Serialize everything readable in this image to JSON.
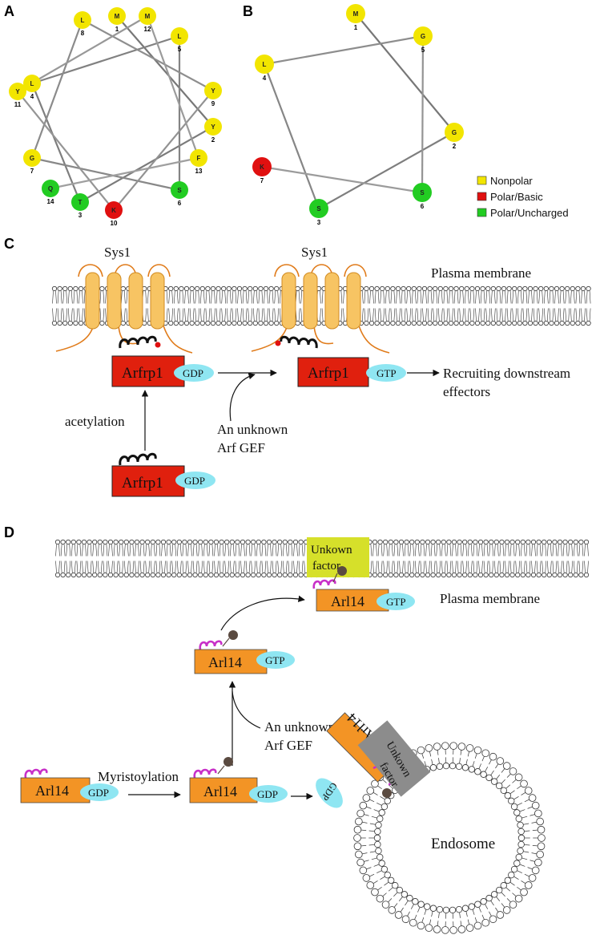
{
  "panels": {
    "a": "A",
    "b": "B",
    "c": "C",
    "d": "D"
  },
  "wheel_a": {
    "residues": [
      {
        "aa": "M",
        "n": "1",
        "cls": "nonpolar"
      },
      {
        "aa": "Y",
        "n": "2",
        "cls": "nonpolar"
      },
      {
        "aa": "T",
        "n": "3",
        "cls": "uncharged"
      },
      {
        "aa": "L",
        "n": "4",
        "cls": "nonpolar"
      },
      {
        "aa": "L",
        "n": "5",
        "cls": "nonpolar"
      },
      {
        "aa": "S",
        "n": "6",
        "cls": "uncharged"
      },
      {
        "aa": "G",
        "n": "7",
        "cls": "nonpolar"
      },
      {
        "aa": "L",
        "n": "8",
        "cls": "nonpolar"
      },
      {
        "aa": "Y",
        "n": "9",
        "cls": "nonpolar"
      },
      {
        "aa": "K",
        "n": "10",
        "cls": "basic"
      },
      {
        "aa": "Y",
        "n": "11",
        "cls": "nonpolar"
      },
      {
        "aa": "M",
        "n": "12",
        "cls": "nonpolar"
      },
      {
        "aa": "F",
        "n": "13",
        "cls": "nonpolar"
      },
      {
        "aa": "Q",
        "n": "14",
        "cls": "uncharged"
      }
    ]
  },
  "wheel_b": {
    "residues": [
      {
        "aa": "M",
        "n": "1",
        "cls": "nonpolar"
      },
      {
        "aa": "G",
        "n": "2",
        "cls": "nonpolar"
      },
      {
        "aa": "S",
        "n": "3",
        "cls": "uncharged"
      },
      {
        "aa": "L",
        "n": "4",
        "cls": "nonpolar"
      },
      {
        "aa": "G",
        "n": "5",
        "cls": "nonpolar"
      },
      {
        "aa": "S",
        "n": "6",
        "cls": "uncharged"
      },
      {
        "aa": "K",
        "n": "7",
        "cls": "basic"
      }
    ]
  },
  "legend": [
    {
      "label": "Nonpolar",
      "color": "#f2e500"
    },
    {
      "label": "Polar/Basic",
      "color": "#e01010"
    },
    {
      "label": "Polar/Uncharged",
      "color": "#22cc22"
    }
  ],
  "colors": {
    "nonpolar": "#f2e500",
    "basic": "#e01010",
    "uncharged": "#22cc22",
    "arfrp": "#e0200e",
    "arl14": "#f39425",
    "gtp": "#8fe6f2",
    "sys1": "#f7c463",
    "unknown_yellow": "#d6e02a",
    "unknown_grey": "#8c8c8c"
  },
  "c": {
    "sys1_left": "Sys1",
    "sys1_right": "Sys1",
    "membrane": "Plasma membrane",
    "arfrp_1": "Arfrp1",
    "arfrp_2": "Arfrp1",
    "arfrp_3": "Arfrp1",
    "gdp_1": "GDP",
    "gtp": "GTP",
    "gdp_2": "GDP",
    "acetylation": "acetylation",
    "gef_line1": "An unknown",
    "gef_line2": "Arf GEF",
    "recruit_line1": "Recruiting downstream",
    "recruit_line2": "effectors"
  },
  "d": {
    "unknown_1_line1": "Unkown",
    "unknown_1_line2": "factor",
    "membrane": "Plasma membrane",
    "arl14_top": "Arl14",
    "gtp_top": "GTP",
    "arl14_mid": "Arl14",
    "gtp_mid": "GTP",
    "gef_line1": "An unknown",
    "gef_line2": "Arf GEF",
    "arl14_left": "Arl14",
    "gdp_left": "GDP",
    "myristoylation": "Myristoylation",
    "arl14_center": "Arl14",
    "gdp_center": "GDP",
    "arl14_endo": "Arl14",
    "gdp_endo": "GDP",
    "unknown_2_line1": "Unkown",
    "unknown_2_line2": "factor",
    "endosome": "Endosome"
  }
}
